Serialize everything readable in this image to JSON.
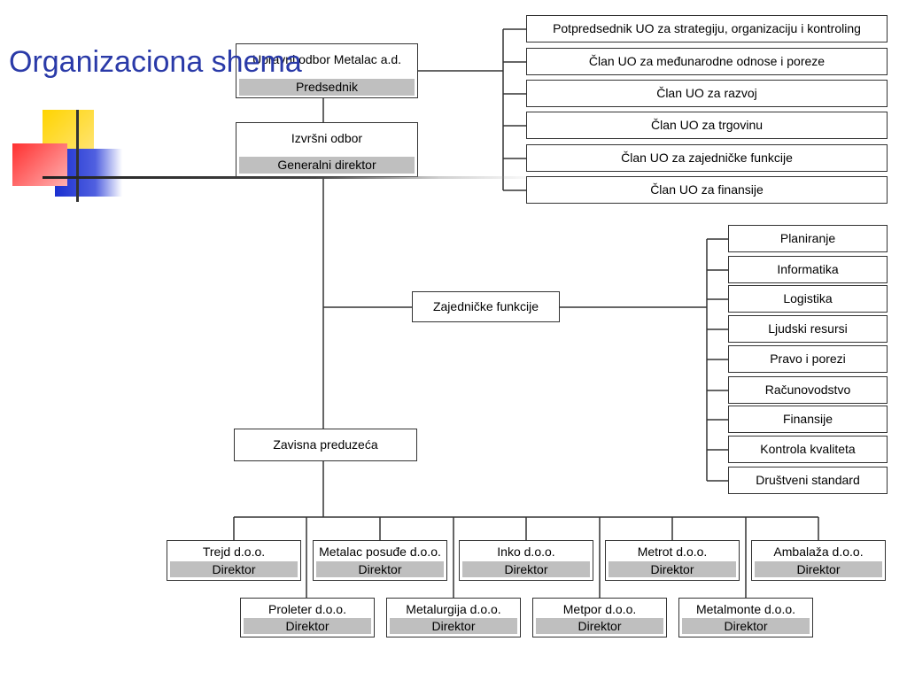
{
  "title": "Organizaciona shema",
  "colors": {
    "title": "#2a3aa8",
    "label_band": "#bfbfbf",
    "line": "#333333"
  },
  "board": {
    "name": "Upravni odbor Metalac a.d.",
    "role": "Predsednik"
  },
  "board_members": [
    "Potpredsednik UO za strategiju, organizaciju i kontroling",
    "Član UO za međunarodne odnose i poreze",
    "Član UO za razvoj",
    "Član UO za trgovinu",
    "Član UO za zajedničke funkcije",
    "Član UO za finansije"
  ],
  "executive": {
    "name": "Izvršni odbor",
    "role": "Generalni direktor"
  },
  "shared_functions": {
    "name": "Zajedničke funkcije",
    "items": [
      "Planiranje",
      "Informatika",
      "Logistika",
      "Ljudski resursi",
      "Pravo i porezi",
      "Računovodstvo",
      "Finansije",
      "Kontrola kvaliteta",
      "Društveni standard"
    ]
  },
  "subsidiaries": {
    "name": "Zavisna preduzeća",
    "row1": [
      {
        "name": "Trejd d.o.o.",
        "role": "Direktor"
      },
      {
        "name": "Metalac posuđe d.o.o.",
        "role": "Direktor"
      },
      {
        "name": "Inko d.o.o.",
        "role": "Direktor"
      },
      {
        "name": "Metrot d.o.o.",
        "role": "Direktor"
      },
      {
        "name": "Ambalaža d.o.o.",
        "role": "Direktor"
      }
    ],
    "row2": [
      {
        "name": "Proleter d.o.o.",
        "role": "Direktor"
      },
      {
        "name": "Metalurgija d.o.o.",
        "role": "Direktor"
      },
      {
        "name": "Metpor d.o.o.",
        "role": "Direktor"
      },
      {
        "name": "Metalmonte d.o.o.",
        "role": "Direktor"
      }
    ]
  }
}
